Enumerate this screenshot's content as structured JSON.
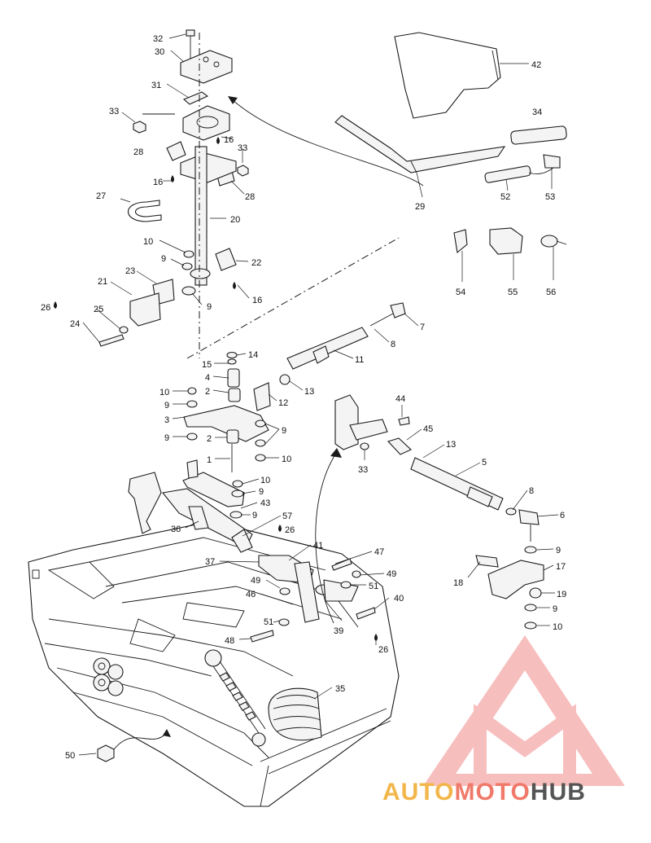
{
  "callouts": [
    {
      "id": "c32",
      "text": "32"
    },
    {
      "id": "c30",
      "text": "30"
    },
    {
      "id": "c31",
      "text": "31"
    },
    {
      "id": "c33a",
      "text": "33"
    },
    {
      "id": "c28a",
      "text": "28"
    },
    {
      "id": "c16a",
      "text": "16"
    },
    {
      "id": "c33b",
      "text": "33"
    },
    {
      "id": "c16b",
      "text": "16"
    },
    {
      "id": "c28b",
      "text": "28"
    },
    {
      "id": "c27",
      "text": "27"
    },
    {
      "id": "c20",
      "text": "20"
    },
    {
      "id": "c10a",
      "text": "10"
    },
    {
      "id": "c9a",
      "text": "9"
    },
    {
      "id": "c22",
      "text": "22"
    },
    {
      "id": "c23",
      "text": "23"
    },
    {
      "id": "c21",
      "text": "21"
    },
    {
      "id": "c16c",
      "text": "16"
    },
    {
      "id": "c9b",
      "text": "9"
    },
    {
      "id": "c26a",
      "text": "26"
    },
    {
      "id": "c25",
      "text": "25"
    },
    {
      "id": "c24",
      "text": "24"
    },
    {
      "id": "c42",
      "text": "42"
    },
    {
      "id": "c34",
      "text": "34"
    },
    {
      "id": "c29",
      "text": "29"
    },
    {
      "id": "c52",
      "text": "52"
    },
    {
      "id": "c53",
      "text": "53"
    },
    {
      "id": "c54",
      "text": "54"
    },
    {
      "id": "c55",
      "text": "55"
    },
    {
      "id": "c56",
      "text": "56"
    },
    {
      "id": "c7",
      "text": "7"
    },
    {
      "id": "c8a",
      "text": "8"
    },
    {
      "id": "c11",
      "text": "11"
    },
    {
      "id": "c14",
      "text": "14"
    },
    {
      "id": "c15",
      "text": "15"
    },
    {
      "id": "c4",
      "text": "4"
    },
    {
      "id": "c2a",
      "text": "2"
    },
    {
      "id": "c13a",
      "text": "13"
    },
    {
      "id": "c12",
      "text": "12"
    },
    {
      "id": "c10b",
      "text": "10"
    },
    {
      "id": "c9c",
      "text": "9"
    },
    {
      "id": "c3",
      "text": "3"
    },
    {
      "id": "c9d",
      "text": "9"
    },
    {
      "id": "c9e",
      "text": "9"
    },
    {
      "id": "c2b",
      "text": "2"
    },
    {
      "id": "c10c",
      "text": "10"
    },
    {
      "id": "c1",
      "text": "1"
    },
    {
      "id": "c44",
      "text": "44"
    },
    {
      "id": "c45",
      "text": "45"
    },
    {
      "id": "c13b",
      "text": "13"
    },
    {
      "id": "c33c",
      "text": "33"
    },
    {
      "id": "c5",
      "text": "5"
    },
    {
      "id": "c10d",
      "text": "10"
    },
    {
      "id": "c9f",
      "text": "9"
    },
    {
      "id": "c43",
      "text": "43"
    },
    {
      "id": "c9g",
      "text": "9"
    },
    {
      "id": "c57",
      "text": "57"
    },
    {
      "id": "c26b",
      "text": "26"
    },
    {
      "id": "c36",
      "text": "36"
    },
    {
      "id": "c8b",
      "text": "8"
    },
    {
      "id": "c6",
      "text": "6"
    },
    {
      "id": "c41",
      "text": "41"
    },
    {
      "id": "c47",
      "text": "47"
    },
    {
      "id": "c37",
      "text": "37"
    },
    {
      "id": "c9h",
      "text": "9"
    },
    {
      "id": "c17",
      "text": "17"
    },
    {
      "id": "c49a",
      "text": "49"
    },
    {
      "id": "c49b",
      "text": "49"
    },
    {
      "id": "c46",
      "text": "46"
    },
    {
      "id": "c51a",
      "text": "51"
    },
    {
      "id": "c18",
      "text": "18"
    },
    {
      "id": "c19",
      "text": "19"
    },
    {
      "id": "c40",
      "text": "40"
    },
    {
      "id": "c51b",
      "text": "51"
    },
    {
      "id": "c9i",
      "text": "9"
    },
    {
      "id": "c39",
      "text": "39"
    },
    {
      "id": "c10e",
      "text": "10"
    },
    {
      "id": "c48",
      "text": "48"
    },
    {
      "id": "c26c",
      "text": "26"
    },
    {
      "id": "c35",
      "text": "35"
    },
    {
      "id": "c50",
      "text": "50"
    }
  ],
  "watermark": {
    "part1": "AUTO",
    "part2": "MOTO",
    "part3": "HUB",
    "color_light": "#f2b64a",
    "color_mid": "#f07a6a",
    "color_dark": "#555555",
    "logo_color": "#f28a8a"
  },
  "colors": {
    "line": "#1a1a1a",
    "background": "#ffffff"
  }
}
